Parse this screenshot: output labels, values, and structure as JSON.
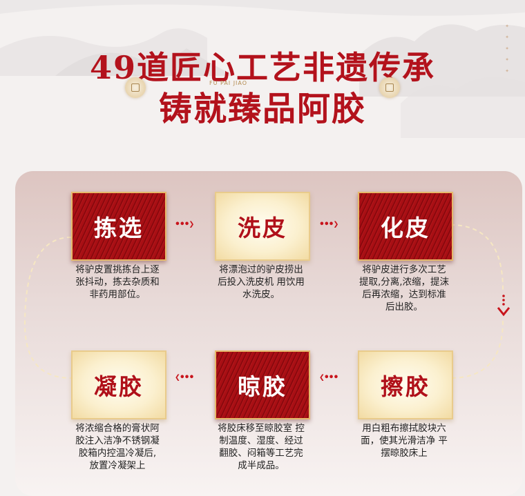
{
  "header": {
    "title_line1": "49道匠心工艺非遗传承",
    "title_line2": "铸就臻品阿胶",
    "brand_small": "FU PAI   JIAO"
  },
  "steps": [
    {
      "name": "拣选",
      "style": "red",
      "desc": [
        "将驴皮置挑拣台上逐",
        "张抖动，拣去杂质和",
        "非药用部位。"
      ]
    },
    {
      "name": "洗皮",
      "style": "cream",
      "desc": [
        "将漂泡过的驴皮捞出",
        "后投入洗皮机 用饮用",
        "水洗皮。"
      ]
    },
    {
      "name": "化皮",
      "style": "red",
      "desc": [
        "将驴皮进行多次工艺",
        "提取,分离,浓缩，提沫",
        "后再浓缩，达到标准",
        "后出胶。"
      ]
    },
    {
      "name": "擦胶",
      "style": "cream",
      "desc": [
        "用白粗布擦拭胶块六",
        "面，使其光滑洁净 平",
        "摆晾胶床上"
      ]
    },
    {
      "name": "晾胶",
      "style": "red",
      "desc": [
        "将胶床移至晾胶室 控",
        "制温度、湿度、经过",
        "翻胶、闷箱等工艺完",
        "成半成品。"
      ]
    },
    {
      "name": "凝胶",
      "style": "cream",
      "desc": [
        "将浓缩合格的膏状阿",
        "胶注入洁净不锈钢凝",
        "胶箱内控温冷凝后,",
        "放置冷凝架上"
      ]
    }
  ],
  "colors": {
    "accent_red": "#b3121c",
    "gold": "#e6b96b"
  }
}
